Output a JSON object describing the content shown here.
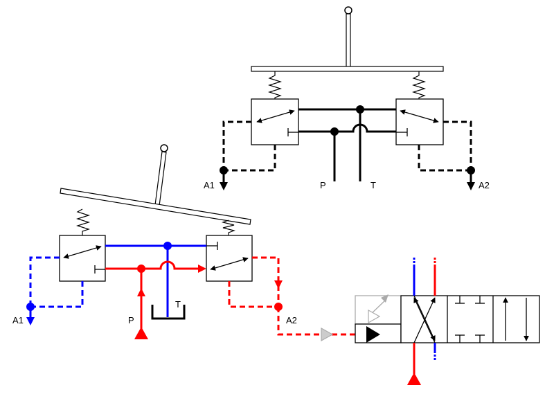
{
  "labels": {
    "top_a1": "A1",
    "top_a2": "A2",
    "top_p": "P",
    "top_t": "T",
    "bot_a1": "A1",
    "bot_a2": "A2",
    "bot_p": "P",
    "bot_t": "T"
  },
  "colors": {
    "line": "#000000",
    "pressure": "#ff0000",
    "tank": "#0000ff",
    "inactive": "#aaaaaa"
  }
}
